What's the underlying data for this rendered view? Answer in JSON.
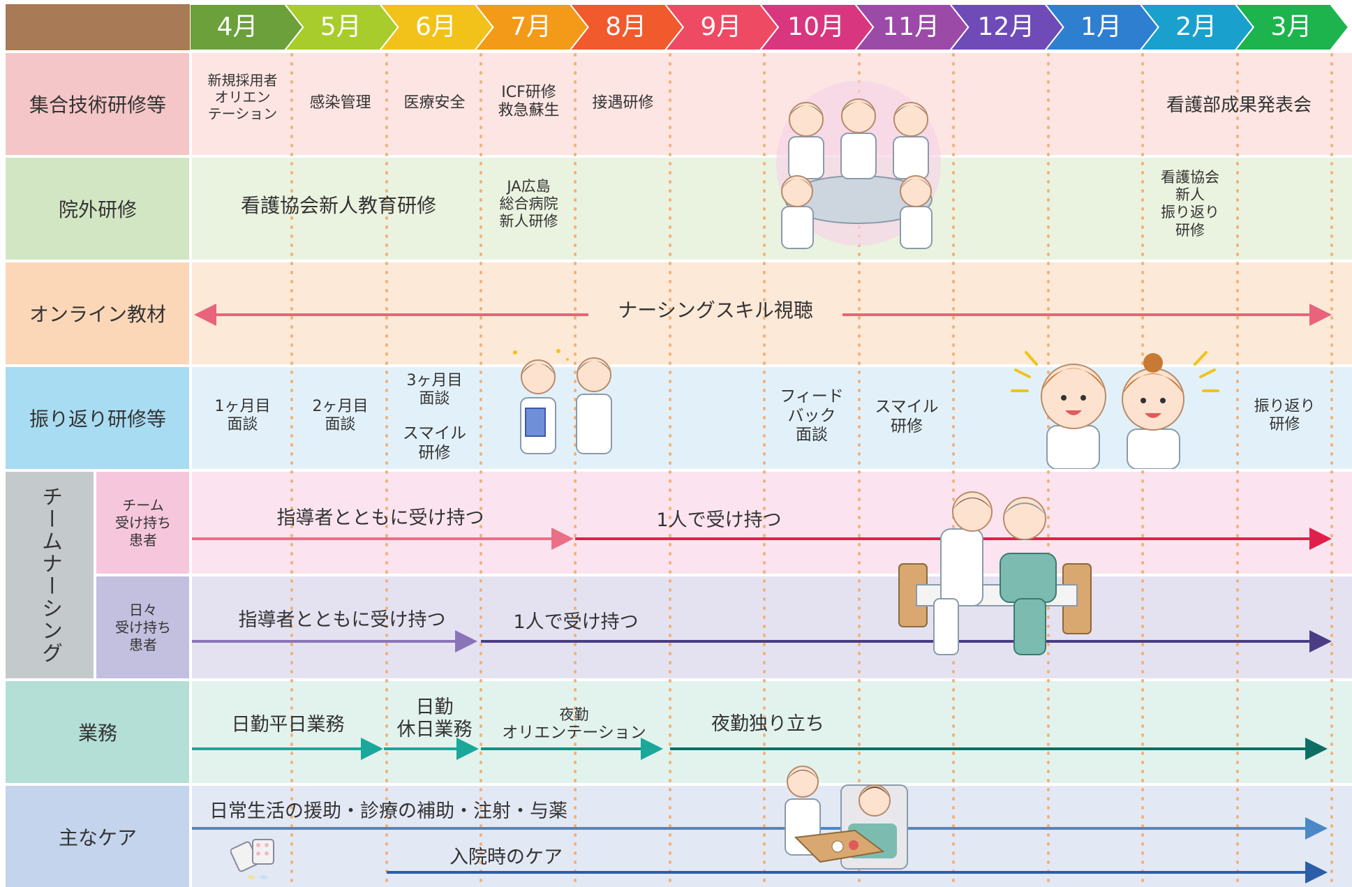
{
  "months": [
    "4月",
    "5月",
    "6月",
    "7月",
    "8月",
    "9月",
    "10月",
    "11月",
    "12月",
    "1月",
    "2月",
    "3月"
  ],
  "month_colors": [
    "#6ba03a",
    "#a8cc2c",
    "#f2c21a",
    "#f39a18",
    "#f05a2c",
    "#ef4a63",
    "#d8367f",
    "#9c4aa8",
    "#6f4bb8",
    "#2f7fd0",
    "#1aa0cc",
    "#1db34d"
  ],
  "rows": {
    "group_training": {
      "label": "集合技術研修等",
      "items": {
        "m4": "新規採用者\nオリエン\nテーション",
        "m5": "感染管理",
        "m6": "医療安全",
        "m7": "ICF研修\n救急蘇生",
        "m8": "接遇研修",
        "m2_3": "看護部成果発表会"
      }
    },
    "external_training": {
      "label": "院外研修",
      "items": {
        "m4_6": "看護協会新人教育研修",
        "m7": "JA広島\n総合病院\n新人研修",
        "m2": "看護協会\n新人\n振り返り\n研修"
      }
    },
    "online": {
      "label": "オンライン教材",
      "text": "ナーシングスキル視聴"
    },
    "reflection": {
      "label": "振り返り研修等",
      "items": {
        "m4": "1ヶ月目\n面談",
        "m5": "2ヶ月目\n面談",
        "m6a": "3ヶ月目\n面談",
        "m6b": "スマイル\n研修",
        "m10": "フィード\nバック\n面談",
        "m11": "スマイル\n研修",
        "m3": "振り返り\n研修"
      }
    },
    "team_nursing": {
      "label": "チームナーシング",
      "team": {
        "label": "チーム\n受け持ち\n患者",
        "phase1": "指導者とともに受け持つ",
        "phase2": "1人で受け持つ"
      },
      "daily": {
        "label": "日々\n受け持ち\n患者",
        "phase1": "指導者とともに受け持つ",
        "phase2": "1人で受け持つ"
      }
    },
    "duties": {
      "label": "業務",
      "items": {
        "a": "日勤平日業務",
        "b": "日勤\n休日業務",
        "c_small": "夜勤",
        "c": "オリエンテーション",
        "d": "夜勤独り立ち"
      }
    },
    "care": {
      "label": "主なケア",
      "line1": "日常生活の援助・診療の補助・注射・与薬",
      "line2": "入院時のケア"
    }
  }
}
